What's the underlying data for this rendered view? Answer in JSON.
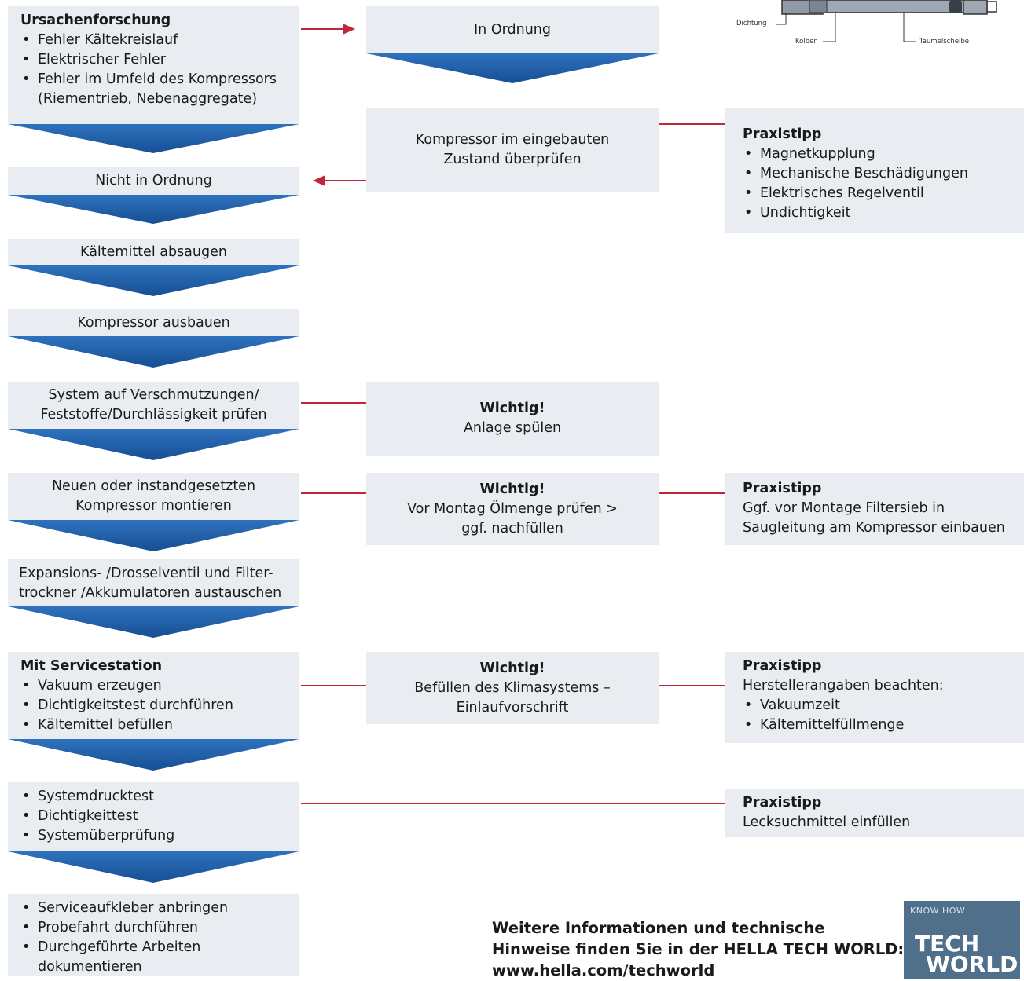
{
  "left_column": {
    "ursachen": {
      "title": "Ursachenforschung",
      "items": [
        "Fehler Kältekreislauf",
        "Elektrischer Fehler",
        "Fehler im Umfeld des Kompressors",
        "(Riementrieb, Nebenaggregate)"
      ]
    },
    "nicht_in_ordnung": "Nicht in Ordnung",
    "absaugen": "Kältemittel absaugen",
    "ausbauen": "Kompressor ausbauen",
    "system_pruefen": [
      "System auf Verschmutzungen/",
      "Feststoffe/Durchlässigkeit prüfen"
    ],
    "montieren": [
      "Neuen oder instandgesetzten",
      "Kompressor montieren"
    ],
    "austauschen": [
      "Expansions- /Drosselventil und Filter-",
      "trockner /Akkumulatoren austauschen"
    ],
    "servicestation": {
      "title": "Mit Servicestation",
      "items": [
        "Vakuum erzeugen",
        "Dichtigkeitstest durchführen",
        "Kältemittel befüllen"
      ]
    },
    "tests": {
      "items": [
        "Systemdrucktest",
        "Dichtigkeittest",
        "Systemüberprüfung"
      ]
    },
    "abschluss": {
      "items": [
        "Serviceaufkleber anbringen",
        "Probefahrt durchführen",
        "Durchgeführte Arbeiten",
        "dokumentieren"
      ]
    }
  },
  "middle_column": {
    "in_ordnung": "In Ordnung",
    "kompressor_pruefen": [
      "Kompressor im eingebauten",
      "Zustand überprüfen"
    ],
    "wichtig_spuelen": {
      "title": "Wichtig!",
      "text": "Anlage spülen"
    },
    "wichtig_oel": {
      "title": "Wichtig!",
      "lines": [
        "Vor Montag Ölmenge prüfen >",
        "ggf. nachfüllen"
      ]
    },
    "wichtig_befuellen": {
      "title": "Wichtig!",
      "lines": [
        "Befüllen des Klimasystems –",
        "Einlaufvorschrift"
      ]
    }
  },
  "right_column": {
    "tipp1": {
      "title": "Praxistipp",
      "items": [
        "Magnetkupplung",
        "Mechanische Beschädigungen",
        "Elektrisches Regelventil",
        "Undichtigkeit"
      ]
    },
    "tipp2": {
      "title": "Praxistipp",
      "lines": [
        "Ggf. vor Montage Filtersieb in",
        "Saugleitung am Kompressor einbauen"
      ]
    },
    "tipp3": {
      "title": "Praxistipp",
      "intro": "Herstellerangaben beachten:",
      "items": [
        "Vakuumzeit",
        "Kältemittelfüllmenge"
      ]
    },
    "tipp4": {
      "title": "Praxistipp",
      "text": "Lecksuchmittel einfüllen"
    }
  },
  "compressor_figure": {
    "labels": {
      "dichtung": "Dichtung",
      "kolben": "Kolben",
      "taumelscheibe": "Taumelscheibe"
    }
  },
  "footer": {
    "lines": [
      "Weitere Informationen und technische",
      "Hinweise finden Sie in der HELLA TECH WORLD:",
      "www.hella.com/techworld"
    ]
  },
  "logo": {
    "kicker": "KNOW HOW",
    "line1": "TECH",
    "line2": "WORLD"
  },
  "colors": {
    "box_bg": "#e9edf2",
    "chevron": "#1f5fa8",
    "connector": "#c0283a"
  }
}
